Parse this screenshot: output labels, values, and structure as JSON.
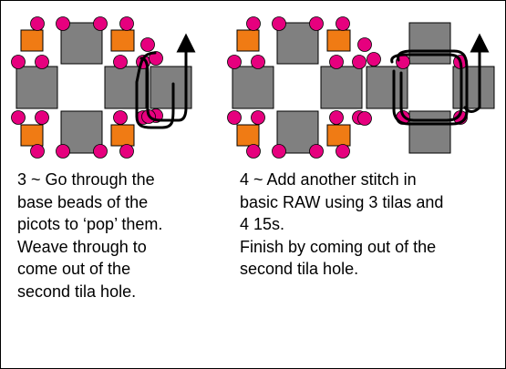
{
  "colors": {
    "tila": "#808080",
    "seed_bead": "#e6007e",
    "accent_bead": "#f07b14",
    "outline": "#000000",
    "thread": "#000000",
    "background": "#ffffff"
  },
  "steps": [
    {
      "lines": [
        "3 ~ Go through the",
        "base beads of the",
        "picots to ‘pop’ them.",
        "Weave through to",
        "come out of the",
        "second tila hole."
      ]
    },
    {
      "lines": [
        "4 ~ Add another stitch in",
        "basic RAW using 3 tilas and",
        "4 15s.",
        "Finish by coming out of the",
        "second tila hole."
      ]
    }
  ]
}
